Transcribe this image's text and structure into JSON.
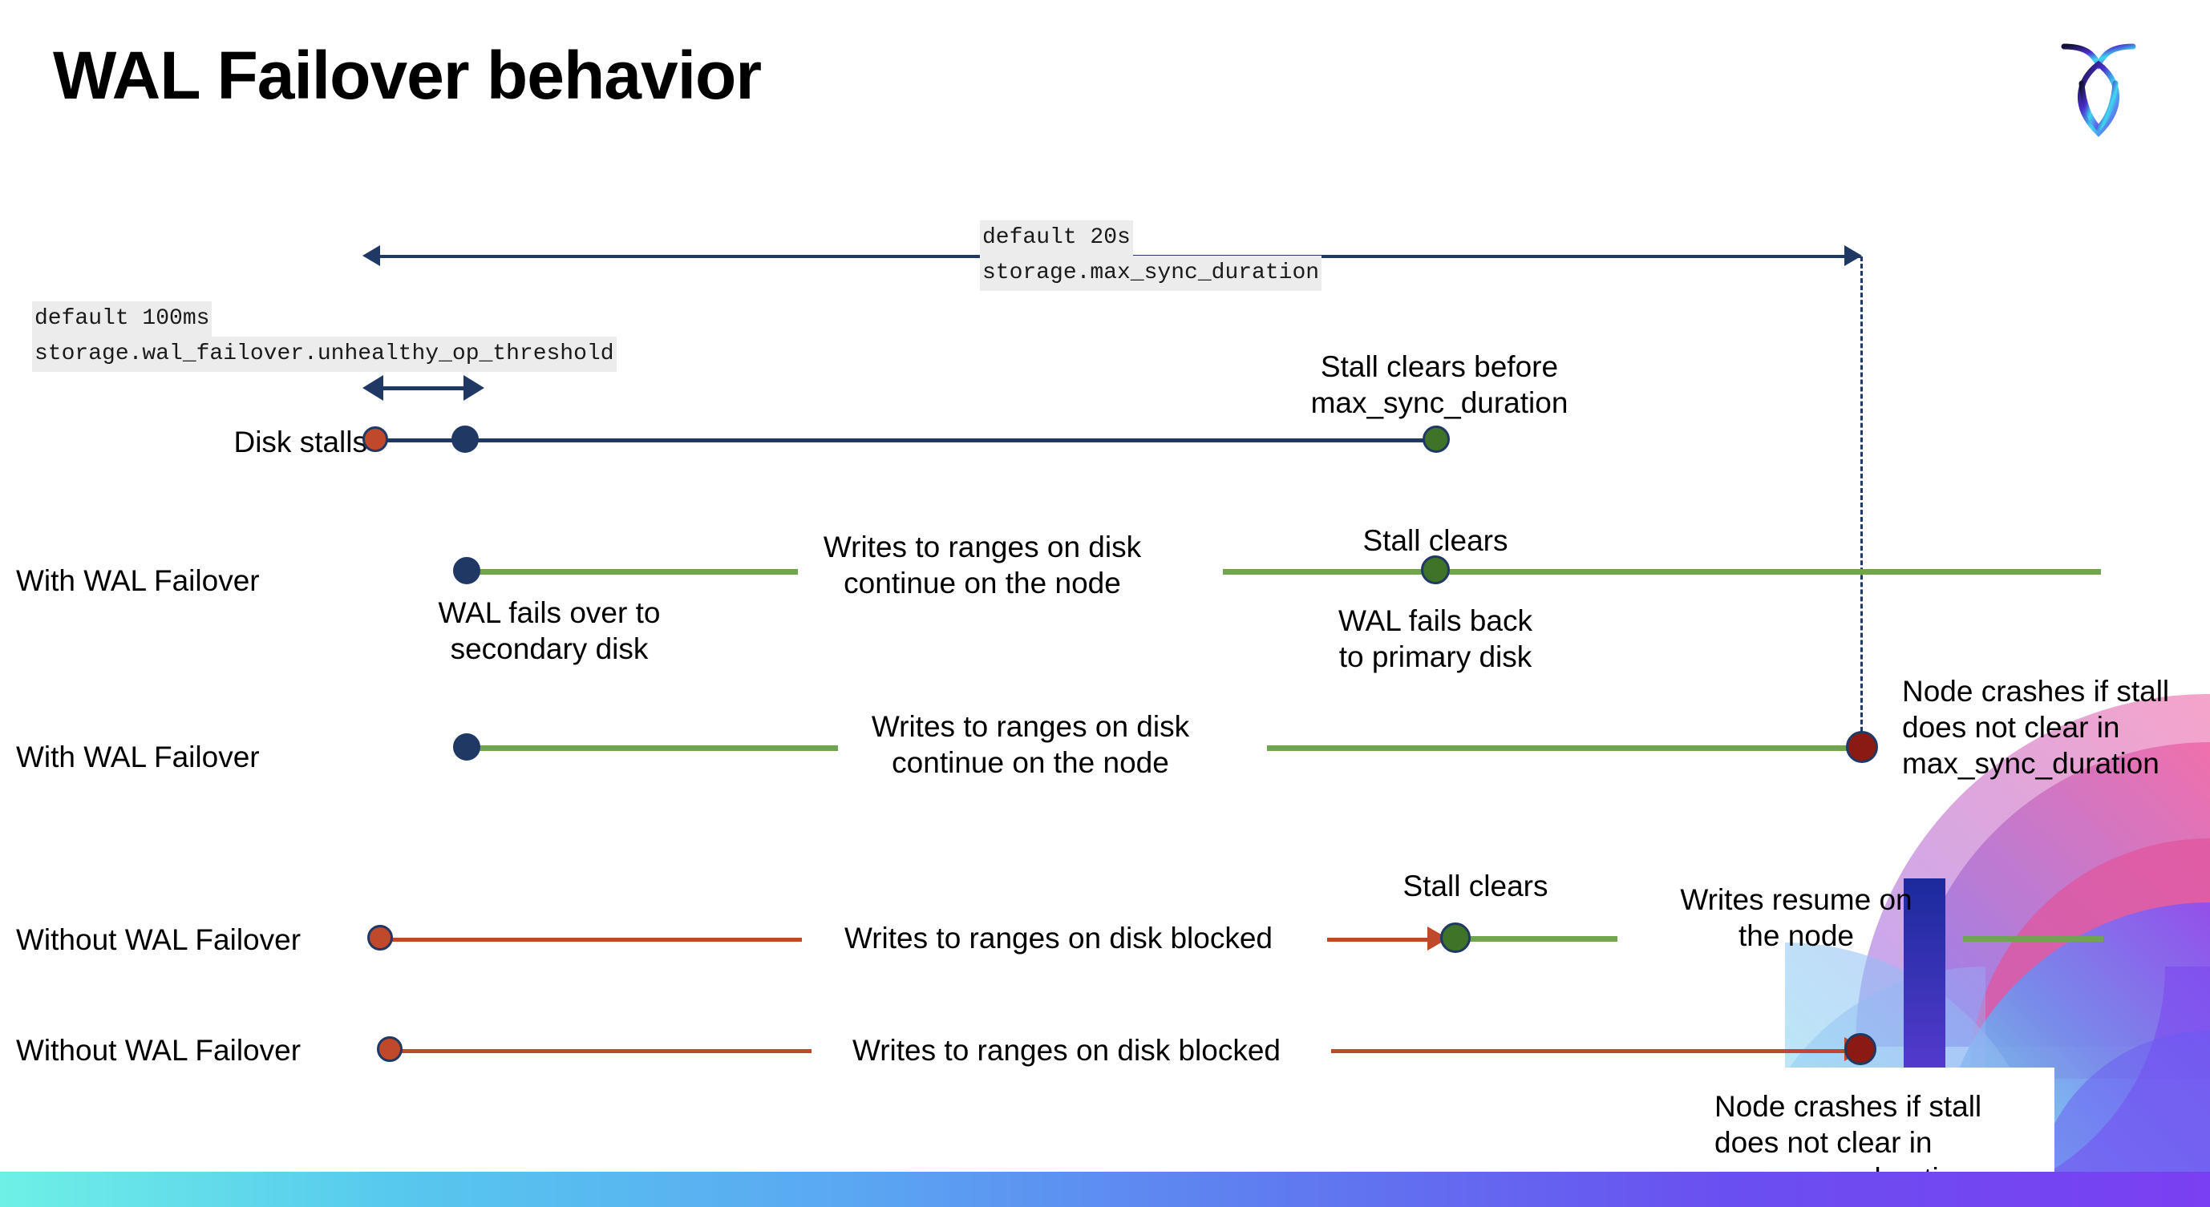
{
  "slide": {
    "title": "WAL Failover behavior",
    "logo_name": "cockroachdb-logo"
  },
  "annotations": {
    "max_sync": {
      "line1": "default 20s",
      "line2": "storage.max_sync_duration"
    },
    "unhealthy": {
      "line1": "default 100ms",
      "line2": "storage.wal_failover.unhealthy_op_threshold"
    }
  },
  "rows": [
    {
      "id": "disk-stalls",
      "label": "Disk stalls",
      "note_right": "Stall clears before\nmax_sync_duration"
    },
    {
      "id": "with-wal-failover-clears",
      "label": "With WAL Failover",
      "note_start": "WAL fails over to\nsecondary disk",
      "note_mid": "Writes to ranges on disk\ncontinue on the node",
      "note_event": "Stall clears",
      "note_event_sub": "WAL fails  back\nto primary disk"
    },
    {
      "id": "with-wal-failover-crash",
      "label": "With WAL Failover",
      "note_mid": "Writes to ranges on disk\ncontinue on the node",
      "note_right": "Node crashes if stall\ndoes not clear in\nmax_sync_duration"
    },
    {
      "id": "without-wal-failover-clears",
      "label": "Without WAL Failover",
      "note_mid": "Writes to ranges on disk  blocked",
      "note_event": "Stall clears",
      "note_right": "Writes resume on\nthe node"
    },
    {
      "id": "without-wal-failover-crash",
      "label": "Without WAL Failover",
      "note_mid": "Writes to ranges on disk  blocked",
      "note_right": "Node crashes if stall\ndoes not clear in\nmax_sync_duration"
    }
  ],
  "colors": {
    "navy": "#1f3864",
    "green_line": "#70a44e",
    "green_dot": "#3f7327",
    "orange": "#c0492b",
    "dark_red": "#8b1a12",
    "code_bg": "#ececec"
  }
}
